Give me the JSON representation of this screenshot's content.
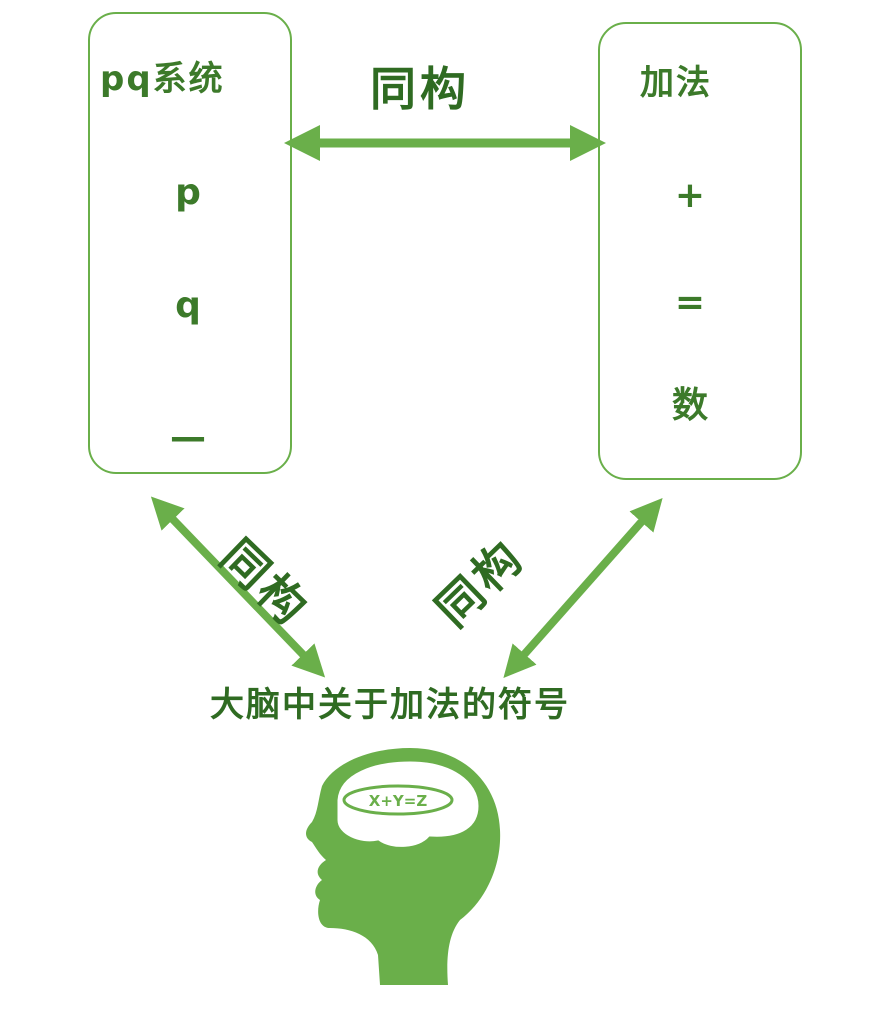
{
  "colors": {
    "accent": "#6aaf4a",
    "text": "#3c7a2a",
    "dark": "#2f6b22",
    "background": "#ffffff"
  },
  "left_box": {
    "title": "pq系统",
    "items": [
      "p",
      "q",
      "—"
    ]
  },
  "right_box": {
    "title": "加法",
    "items": [
      "+",
      "=",
      "数"
    ]
  },
  "relations": {
    "top": "同构",
    "lower_left": "同构",
    "lower_right": "同构"
  },
  "caption": "大脑中关于加法的符号",
  "head": {
    "formula": "X+Y=Z",
    "icon": "head-silhouette-icon"
  }
}
